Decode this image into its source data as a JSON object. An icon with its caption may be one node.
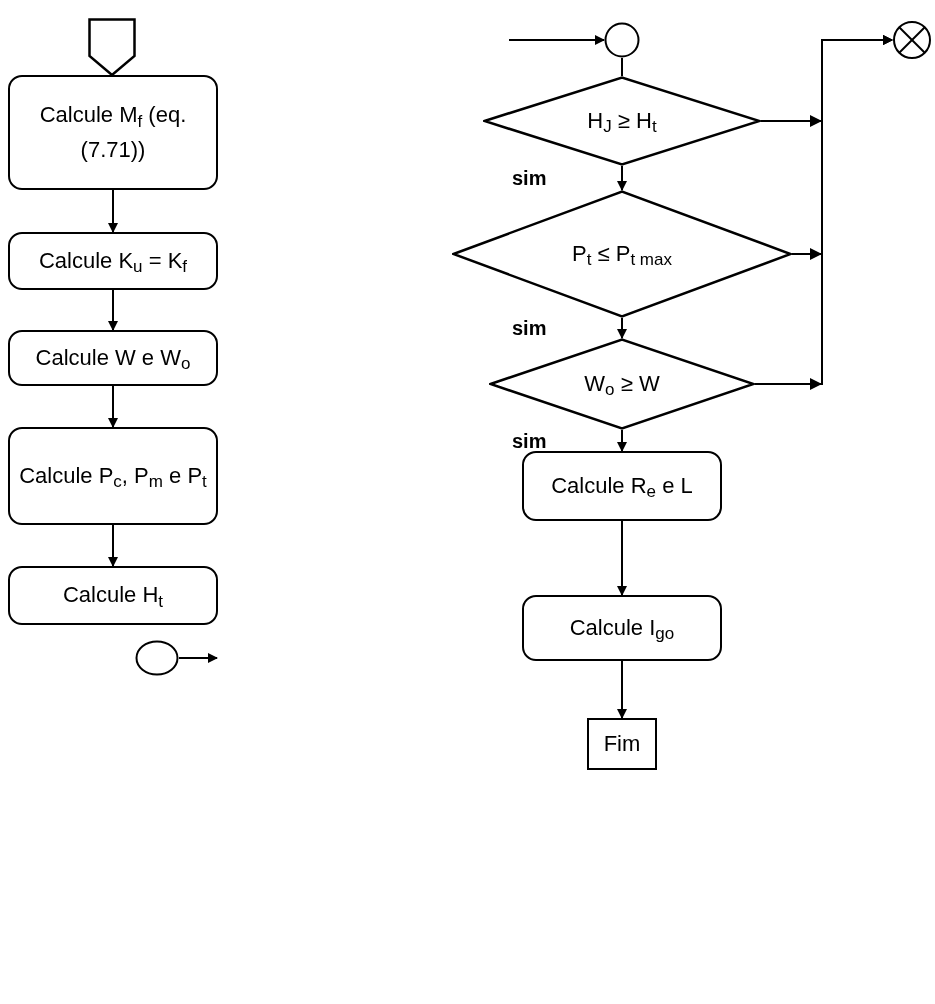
{
  "diagram": {
    "nodes": [
      {
        "text": [],
        "shape": "pentagon"
      },
      {
        "text": [
          "Calcule M$_{f}$ (eq. (7.71))"
        ]
      },
      {
        "text": [
          "Calcule K$_{u}$ = K$_{f}$"
        ]
      },
      {
        "text": [
          "Calcule W e W$_{o}$"
        ]
      },
      {
        "text": [
          "Calcule P$_{c}$, P$_{m}$ e P$_{t}$"
        ]
      },
      {
        "text": [
          "Calcule H$_{t}$"
        ]
      },
      {
        "text": [],
        "shape": "circle"
      },
      {
        "text": [],
        "shape": "circle"
      },
      {
        "text": [
          "H$_{J}$ ≥ H$_{t}$"
        ]
      },
      {
        "text": [
          "P$_{t}$ ≤ P$_{t max}$"
        ]
      },
      {
        "text": [
          "W$_{o}$ ≥ W"
        ]
      },
      {
        "text": [
          "Calcule R$_{e}$ e L"
        ]
      },
      {
        "text": [
          "Calcule I$_{go}$"
        ]
      },
      {
        "text": [
          "Fim"
        ]
      },
      {
        "text": [],
        "shape": "circle"
      }
    ],
    "edges": [
      {
        "from": 1,
        "to": 2,
        "arrow": "to"
      },
      {
        "from": 2,
        "to": 3,
        "arrow": "to"
      },
      {
        "from": 3,
        "to": 4,
        "arrow": "to"
      },
      {
        "from": 4,
        "to": 5,
        "arrow": "to"
      },
      {
        "from": 6,
        "to": null,
        "arrow": "to"
      },
      {
        "from": null,
        "to": 7,
        "arrow": "to"
      },
      {
        "from": 7,
        "to": 8,
        "arrow": "none"
      },
      {
        "from": 8,
        "to": 9,
        "arrow": "to",
        "label": "sim"
      },
      {
        "from": 9,
        "to": 10,
        "arrow": "to",
        "label": "sim"
      },
      {
        "from": 10,
        "to": 11,
        "arrow": "to",
        "label": "sim"
      },
      {
        "from": 11,
        "to": 12,
        "arrow": "to"
      },
      {
        "from": 12,
        "to": 13,
        "arrow": "to"
      },
      {
        "from": 8,
        "to": 14,
        "arrow": "to"
      },
      {
        "from": 9,
        "to": 14,
        "arrow": "to"
      },
      {
        "from": 10,
        "to": 14,
        "arrow": "to"
      }
    ]
  }
}
